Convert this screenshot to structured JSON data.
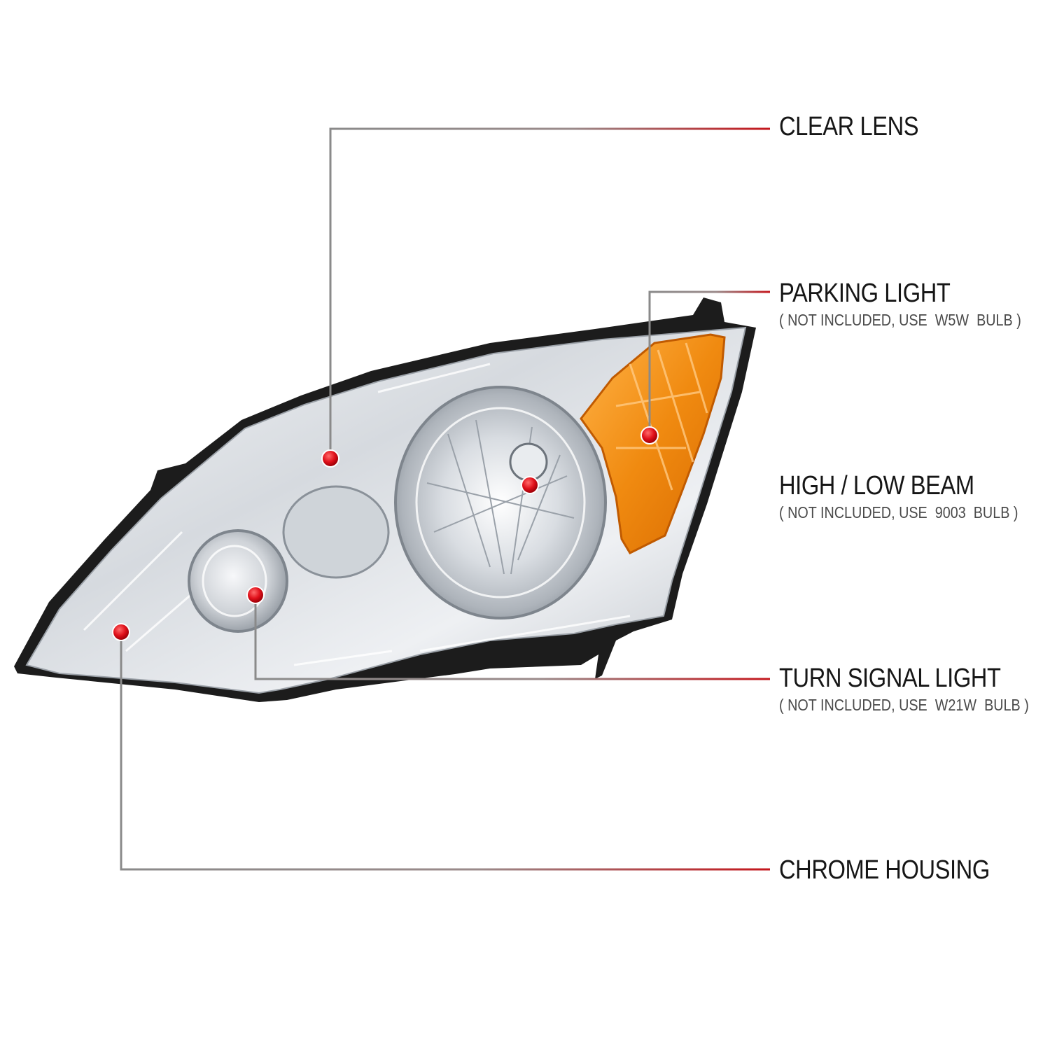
{
  "callouts": [
    {
      "id": "clear-lens",
      "title": "CLEAR LENS",
      "subtitle": ""
    },
    {
      "id": "parking-light",
      "title": "PARKING LIGHT",
      "subtitle": "( NOT INCLUDED, USE  W5W  BULB )"
    },
    {
      "id": "high-low-beam",
      "title": "HIGH / LOW BEAM",
      "subtitle": "( NOT INCLUDED, USE  9003  BULB )"
    },
    {
      "id": "turn-signal-light",
      "title": "TURN SIGNAL LIGHT",
      "subtitle": "( NOT INCLUDED, USE  W21W  BULB )"
    },
    {
      "id": "chrome-housing",
      "title": "CHROME HOUSING",
      "subtitle": ""
    }
  ],
  "colors": {
    "leader_gray": "#8a8a8a",
    "leader_red": "#c4161c",
    "marker_red": "#e0101a",
    "amber": "#f08a10",
    "chrome": "#d9dde2",
    "housing_black": "#1c1c1c"
  }
}
